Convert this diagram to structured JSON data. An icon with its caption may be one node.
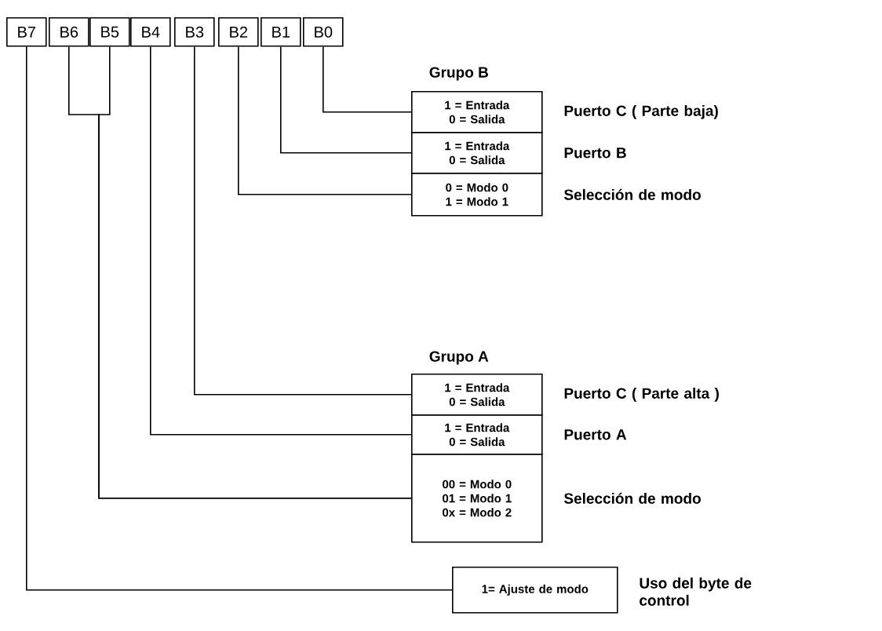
{
  "diagram": {
    "nodes": [
      {
        "text": [
          "B7"
        ]
      },
      {
        "text": [
          "B6"
        ]
      },
      {
        "text": [
          "B5"
        ]
      },
      {
        "text": [
          "B4"
        ]
      },
      {
        "text": [
          "B3"
        ]
      },
      {
        "text": [
          "B2"
        ]
      },
      {
        "text": [
          "B1"
        ]
      },
      {
        "text": [
          "B0"
        ]
      },
      {
        "text": [
          "1 = Entrada 0 = Salida"
        ],
        "beside": [
          "Puerto C ( Parte baja)"
        ]
      },
      {
        "text": [
          "1 = Entrada 0 = Salida"
        ],
        "beside": [
          "Puerto B"
        ]
      },
      {
        "text": [
          "0 = Modo 0 1 = Modo 1"
        ],
        "beside": [
          "Selección de modo"
        ]
      },
      {
        "text": [
          "1 = Entrada 0 = Salida"
        ],
        "beside": [
          "Puerto C ( Parte alta )"
        ]
      },
      {
        "text": [
          "1 = Entrada 0 = Salida"
        ],
        "beside": [
          "Puerto A"
        ]
      },
      {
        "text": [
          "00 = Modo 0 01 = Modo 1 0x = Modo 2"
        ],
        "beside": [
          "Selección de modo"
        ]
      },
      {
        "text": [
          "1= Ajuste de modo"
        ],
        "beside": [
          "Uso del byte de control"
        ]
      }
    ],
    "edges": [
      {
        "from": 7,
        "to": 8,
        "arrow": "none"
      },
      {
        "from": 6,
        "to": 9,
        "arrow": "none"
      },
      {
        "from": 5,
        "to": 10,
        "arrow": "none"
      },
      {
        "from": 4,
        "to": 11,
        "arrow": "none"
      },
      {
        "from": 3,
        "to": 12,
        "arrow": "none"
      },
      {
        "from": 2,
        "to": 13,
        "arrow": "none"
      },
      {
        "from": 1,
        "to": 13,
        "arrow": "none"
      },
      {
        "from": 0,
        "to": 14,
        "arrow": "none"
      }
    ],
    "labels": [
      "Grupo B",
      "Grupo A"
    ]
  }
}
